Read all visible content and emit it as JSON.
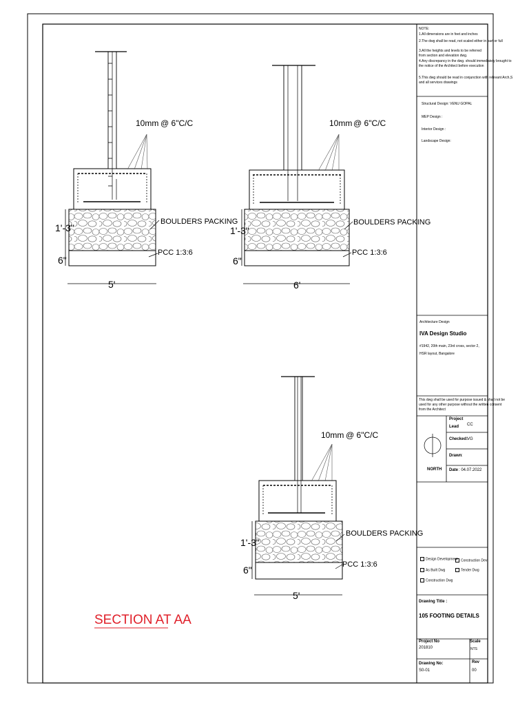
{
  "sections": [
    {
      "id": "a",
      "rebar": "10mm",
      "spacing": "@ 6\"C/C",
      "packing": "BOULDERS PACKING",
      "pcc": "PCC 1:3:6",
      "h1": "1'-3\"",
      "h2": "6\"",
      "width": "5'"
    },
    {
      "id": "b",
      "rebar": "10mm",
      "spacing": "@ 6\"C/C",
      "packing": "BOULDERS PACKING",
      "pcc": "PCC 1:3:6",
      "h1": "1'-3\"",
      "h2": "6\"",
      "width": "6'"
    },
    {
      "id": "c",
      "rebar": "10mm",
      "spacing": "@ 6\"C/C",
      "packing": "BOULDERS PACKING",
      "pcc": "PCC 1:3:6",
      "h1": "1'-3\"",
      "h2": "6\"",
      "width": "5'"
    }
  ],
  "section_title": "SECTION AT AA",
  "title_color": "#e0202a",
  "notes": {
    "heading": "NOTE:",
    "lines": [
      "1.All dimensions are in feet and inches",
      "2.The dwg shall be read, not scaled either in part or full",
      "3.All the heights and levels to be referred",
      "from section and elevation dwg.",
      "4.Any discrepancy in the dwg. should immediately brought to",
      "the notice of the Architect before execution",
      "5.This dwg should be read in conjunction with  relevant Arch,S",
      "and all services drawings"
    ]
  },
  "consultants": {
    "structural": "Structural Design: VENU GOPAL",
    "mep": "MEP Design       :",
    "interior": "Interior Design  :",
    "landscape": "Landscape Design:"
  },
  "architect": {
    "label": "Architecture Design",
    "name": "IVA Design Studio",
    "address1": "#1942, 20th main, 23rd cross, sector 2,",
    "address2": "HSR layout, Bangalore"
  },
  "disclaimer": [
    "This dwg shall be used for purpose issued  & shall not be",
    "used for any other purpose without the written consent",
    "from the Architect"
  ],
  "project_info": {
    "north": "NORTH",
    "lead_label1": "Project",
    "lead_label2": "Lead",
    "lead_value": "CC",
    "checked_label": "Checked:",
    "checked_value": "VG",
    "drawn_label": "Drawn",
    "drawn_value": ":",
    "date_label": "Date",
    "date_value": ":  04.07.2022"
  },
  "stages": {
    "design_development": "Design Development",
    "construction_dev": "Construction Dev",
    "as_built": "As Built Dwg",
    "tender": "Tender Dwg",
    "construction_dwg": "Construction Dwg"
  },
  "drawing": {
    "title_label": "Drawing Title :",
    "title_value": "105 FOOTING DETAILS",
    "project_no_label": "Project  No",
    "project_no_value": "201810",
    "scale_label": "Scale",
    "scale_value": "NTS",
    "drawing_no_label": "Drawing No:",
    "drawing_no_value": "S0-01",
    "rev_label": "Rev",
    "rev_value": "00"
  }
}
